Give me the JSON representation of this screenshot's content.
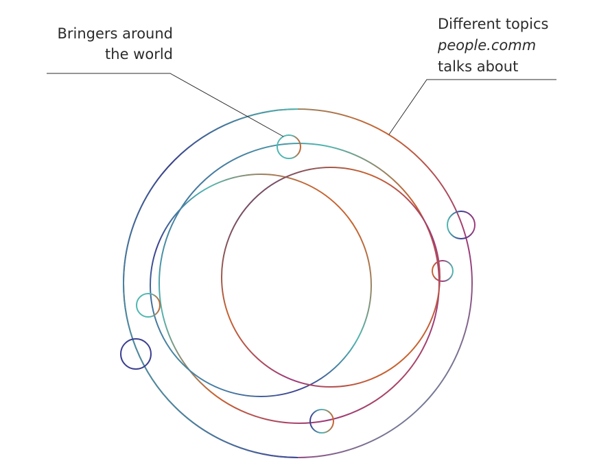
{
  "labels": {
    "left": {
      "line1": "Bringers around",
      "line2": "the world"
    },
    "right": {
      "line1": "Different topics",
      "line2": "people.comm",
      "line3": "talks about"
    }
  },
  "palette": {
    "teal": "#4fb6b0",
    "indigo": "#3b3f8f",
    "orange": "#c8622e",
    "magenta": "#9c3a7a",
    "text": "#2b2b2b"
  }
}
